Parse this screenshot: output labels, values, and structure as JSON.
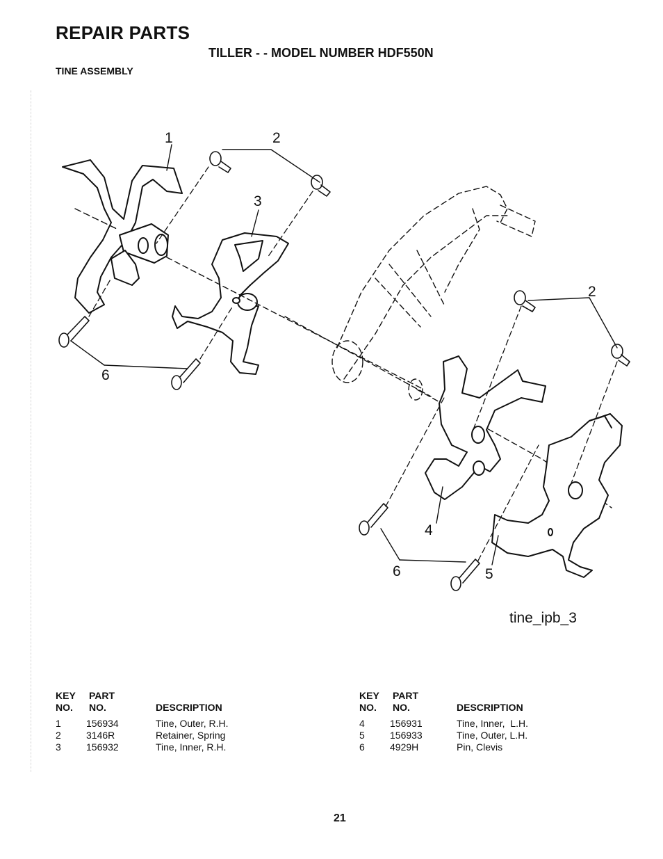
{
  "header": {
    "title": "REPAIR PARTS",
    "subtitle": "TILLER - - MODEL NUMBER HDF550N",
    "section": "TINE ASSEMBLY"
  },
  "figure": {
    "id": "tine_ipb_3",
    "callouts": [
      "1",
      "2",
      "3",
      "2",
      "4",
      "5",
      "6",
      "6"
    ]
  },
  "table": {
    "headers": {
      "key_line1": "KEY",
      "key_line2": "NO.",
      "part_line1": "PART",
      "part_line2": "NO.",
      "description": "DESCRIPTION"
    },
    "left_rows": [
      {
        "key": "1",
        "part": "156934",
        "description": "Tine, Outer, R.H."
      },
      {
        "key": "2",
        "part": "3146R",
        "description": "Retainer, Spring"
      },
      {
        "key": "3",
        "part": "156932",
        "description": "Tine, Inner, R.H."
      }
    ],
    "right_rows": [
      {
        "key": "4",
        "part": "156931",
        "description": "Tine, Inner,  L.H."
      },
      {
        "key": "5",
        "part": "156933",
        "description": "Tine, Outer, L.H."
      },
      {
        "key": "6",
        "part": "4929H",
        "description": "Pin, Clevis"
      }
    ]
  },
  "footer": {
    "page_number": "21"
  }
}
